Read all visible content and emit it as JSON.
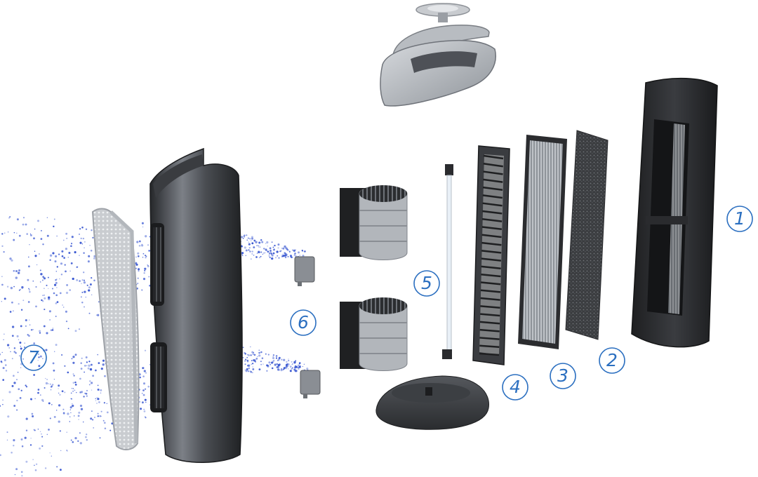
{
  "colors": {
    "callout": "#2b6fc0",
    "particles": "#2f4fcf",
    "body_dark": "#2e3033",
    "body_mid": "#5b5f66",
    "filter_grey": "#a9adb2",
    "background": "#ffffff"
  },
  "callouts": [
    {
      "id": "1",
      "label": "1"
    },
    {
      "id": "2",
      "label": "2"
    },
    {
      "id": "3",
      "label": "3"
    },
    {
      "id": "4",
      "label": "4"
    },
    {
      "id": "5",
      "label": "5"
    },
    {
      "id": "6",
      "label": "6"
    },
    {
      "id": "7",
      "label": "7"
    }
  ],
  "components": [
    "top-cover",
    "front-grille",
    "front-housing",
    "upper-fan",
    "lower-fan",
    "ion-generator-upper",
    "ion-generator-lower",
    "uv-lamp",
    "filter-frame",
    "hepa-filter",
    "carbon-prefilter",
    "rear-housing",
    "base"
  ]
}
